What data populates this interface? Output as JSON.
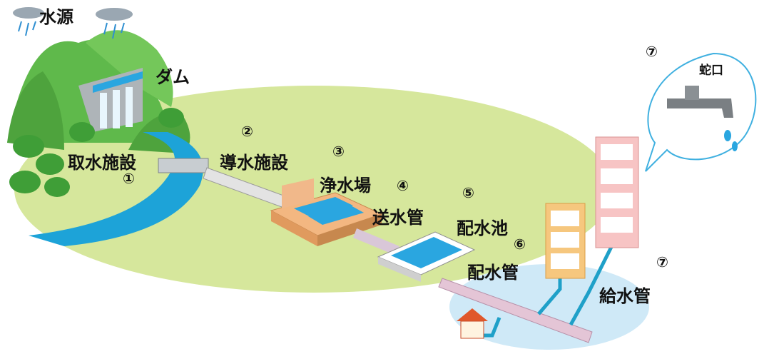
{
  "labels": {
    "source": "水源",
    "dam": "ダム",
    "intake": "取水施設",
    "intake_num": "①",
    "conveyance": "導水施設",
    "conveyance_num": "②",
    "treatment": "浄水場",
    "treatment_num": "③",
    "transmission": "送水管",
    "transmission_num": "④",
    "reservoir": "配水池",
    "reservoir_num": "⑤",
    "distribution": "配水管",
    "distribution_num": "⑥",
    "service": "給水管",
    "service_num": "⑦",
    "faucet": "蛇口",
    "faucet_num": "⑦"
  },
  "colors": {
    "ground": "#d6e79c",
    "mountain": "#5fb94b",
    "river": "#1da3d8",
    "pipe": "#d9c7d8",
    "basin": "#2aa6e0",
    "building_orange": "#f6c77e",
    "building_pink": "#f7c4c4",
    "bubble_stroke": "#3fb0e0"
  }
}
